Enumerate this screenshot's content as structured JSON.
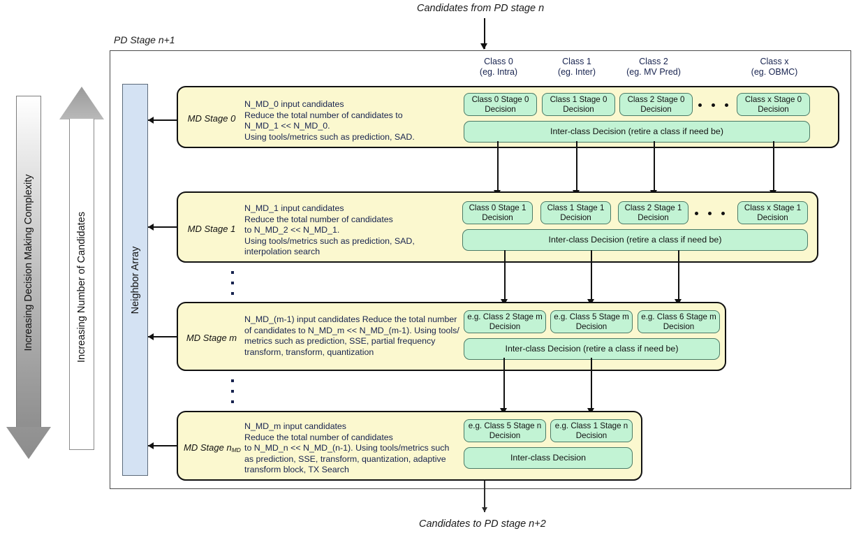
{
  "diagram": {
    "top_caption": "Candidates from PD stage n",
    "bottom_caption": "Candidates to PD stage n+2",
    "frame_label": "PD Stage n+1",
    "neighbor_array_label": "Neighbor Array",
    "side_arrows": [
      {
        "name": "complexity",
        "label": "Increasing Decision Making Complexity",
        "direction": "down",
        "fill": "#9d9d9d"
      },
      {
        "name": "candidates",
        "label": "Increasing Number of Candidates",
        "direction": "up",
        "fill": "#ffffff"
      }
    ],
    "colors": {
      "stage_fill": "#fbf8cf",
      "stage_border": "#111111",
      "decision_fill": "#c2f3d4",
      "decision_border": "#4b7a66",
      "neighbor_fill": "#d4e2f3",
      "text_blue": "#17234f",
      "frame_border": "#4a4a4a"
    },
    "class_headers": [
      {
        "title": "Class 0",
        "example": "(eg. Intra)"
      },
      {
        "title": "Class 1",
        "example": "(eg. Inter)"
      },
      {
        "title": "Class 2",
        "example": "(eg. MV Pred)"
      },
      {
        "title": "Class x",
        "example": "(eg. OBMC)"
      }
    ],
    "stages": [
      {
        "name": "MD Stage 0",
        "name_sub": "",
        "description": "N_MD_0 input candidates\nReduce the total number of candidates to\nN_MD_1 << N_MD_0.\nUsing tools/metrics such as prediction, SAD.",
        "decisions": [
          "Class 0 Stage 0 Decision",
          "Class 1 Stage 0 Decision",
          "Class 2 Stage 0 Decision",
          "Class x Stage 0 Decision"
        ],
        "has_ellipsis": true,
        "inter_class": "Inter-class Decision (retire a class if need be)"
      },
      {
        "name": "MD Stage 1",
        "name_sub": "",
        "description": "N_MD_1 input candidates\nReduce the total number of candidates\nto N_MD_2 << N_MD_1.\nUsing tools/metrics such as prediction, SAD,\ninterpolation search",
        "decisions": [
          "Class 0 Stage 1 Decision",
          "Class 1 Stage 1 Decision",
          "Class 2 Stage 1 Decision",
          "Class x Stage 1 Decision"
        ],
        "has_ellipsis": true,
        "inter_class": "Inter-class Decision (retire a class if need be)"
      },
      {
        "name": "MD Stage m",
        "name_sub": "",
        "description": "N_MD_(m-1) input candidates Reduce the total number\nof candidates to N_MD_m << N_MD_(m-1). Using tools/\nmetrics such as prediction, SSE, partial frequency\ntransform, transform, quantization",
        "decisions": [
          "e.g. Class 2 Stage m Decision",
          "e.g. Class 5 Stage m Decision",
          "e.g. Class 6 Stage m Decision"
        ],
        "has_ellipsis": false,
        "inter_class": "Inter-class Decision (retire a class if need be)"
      },
      {
        "name": "MD Stage n",
        "name_sub": "MD",
        "description": "N_MD_m input candidates\nReduce the total number of candidates\nto N_MD_n << N_MD_(n-1). Using tools/metrics such\nas prediction, SSE, transform, quantization, adaptive\ntransform block, TX Search",
        "decisions": [
          "e.g. Class 5 Stage n Decision",
          "e.g. Class 1 Stage n Decision"
        ],
        "has_ellipsis": false,
        "inter_class": "Inter-class Decision"
      }
    ]
  }
}
